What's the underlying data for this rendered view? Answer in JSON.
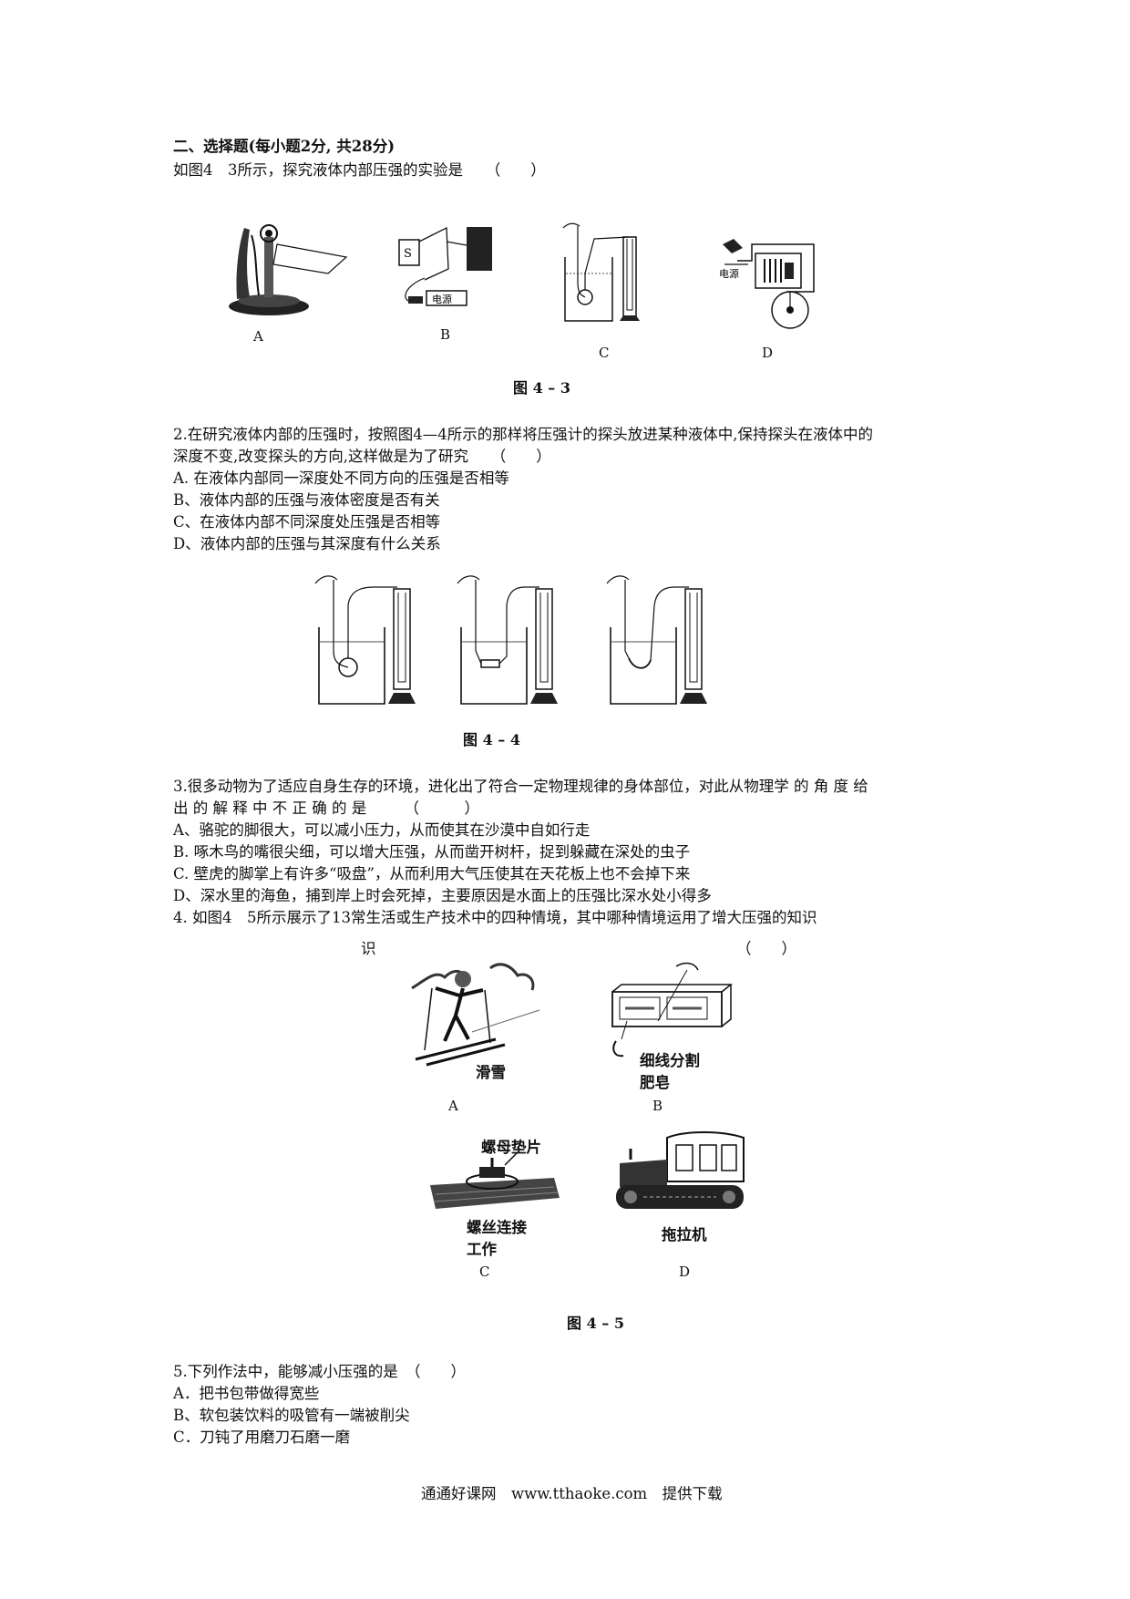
{
  "section_title": "二、选择题(每小题2分, 共28分)",
  "q1": {
    "text": "如图4　3所示，探究液体内部压强的实验是　　（　　）",
    "figure_labels": [
      "A",
      "B",
      "C",
      "D"
    ],
    "figure_tags": {
      "s": "S",
      "battery_b": "电源",
      "battery_d": "电源"
    },
    "caption": "图 4 – 3"
  },
  "q2": {
    "line1": "2.在研究液体内部的压强时，按照图4—4所示的那样将压强计的探头放进某种液体中,保持探头在液体中的",
    "line2": "深度不变,改变探头的方向,这样做是为了研究　　（　　）",
    "options": [
      "A. 在液体内部同一深度处不同方向的压强是否相等",
      "B、液体内部的压强与液体密度是否有关",
      "C、在液体内部不同深度处压强是否相等",
      "D、液体内部的压强与其深度有什么关系"
    ],
    "caption": "图 4 – 4"
  },
  "q3": {
    "line1": "3.很多动物为了适应自身生存的环境，进化出了符合一定物理规律的身体部位，对此从物理学 的 角 度 给",
    "line2": "出 的 解 释 中 不 正 确 的 是　　　（　　　）",
    "options": [
      "A、骆驼的脚很大，可以减小压力，从而使其在沙漠中自如行走",
      "B. 啄木鸟的嘴很尖细，可以增大压强，从而凿开树杆，捉到躲藏在深处的虫子",
      "C. 壁虎的脚掌上有许多“吸盘”，从而利用大气压使其在天花板上也不会掉下来",
      "D、深水里的海鱼，捕到岸上时会死掉，主要原因是水面上的压强比深水处小得多"
    ]
  },
  "q4": {
    "line1": "4. 如图4　5所示展示了13常生活或生产技术中的四种情境，其中哪种情境运用了增大压强的知识",
    "wrap": "识",
    "paren": "（　　）",
    "items": [
      {
        "title": "滑雪",
        "letter": "A"
      },
      {
        "title": "细线分割",
        "title2": "肥皂",
        "letter": "B"
      },
      {
        "title": "螺丝连接",
        "title2": "工作",
        "tag": "螺母垫片",
        "letter": "C"
      },
      {
        "title": "拖拉机",
        "letter": "D"
      }
    ],
    "caption": "图 4 – 5"
  },
  "q5": {
    "line1": "5.下列作法中，能够减小压强的是　（　　）",
    "options": [
      "A．把书包带做得宽些",
      "B、软包装饮料的吸管有一端被削尖",
      "C．刀钝了用磨刀石磨一磨"
    ]
  },
  "footer": "通通好课网　www.tthaoke.com　提供下载"
}
